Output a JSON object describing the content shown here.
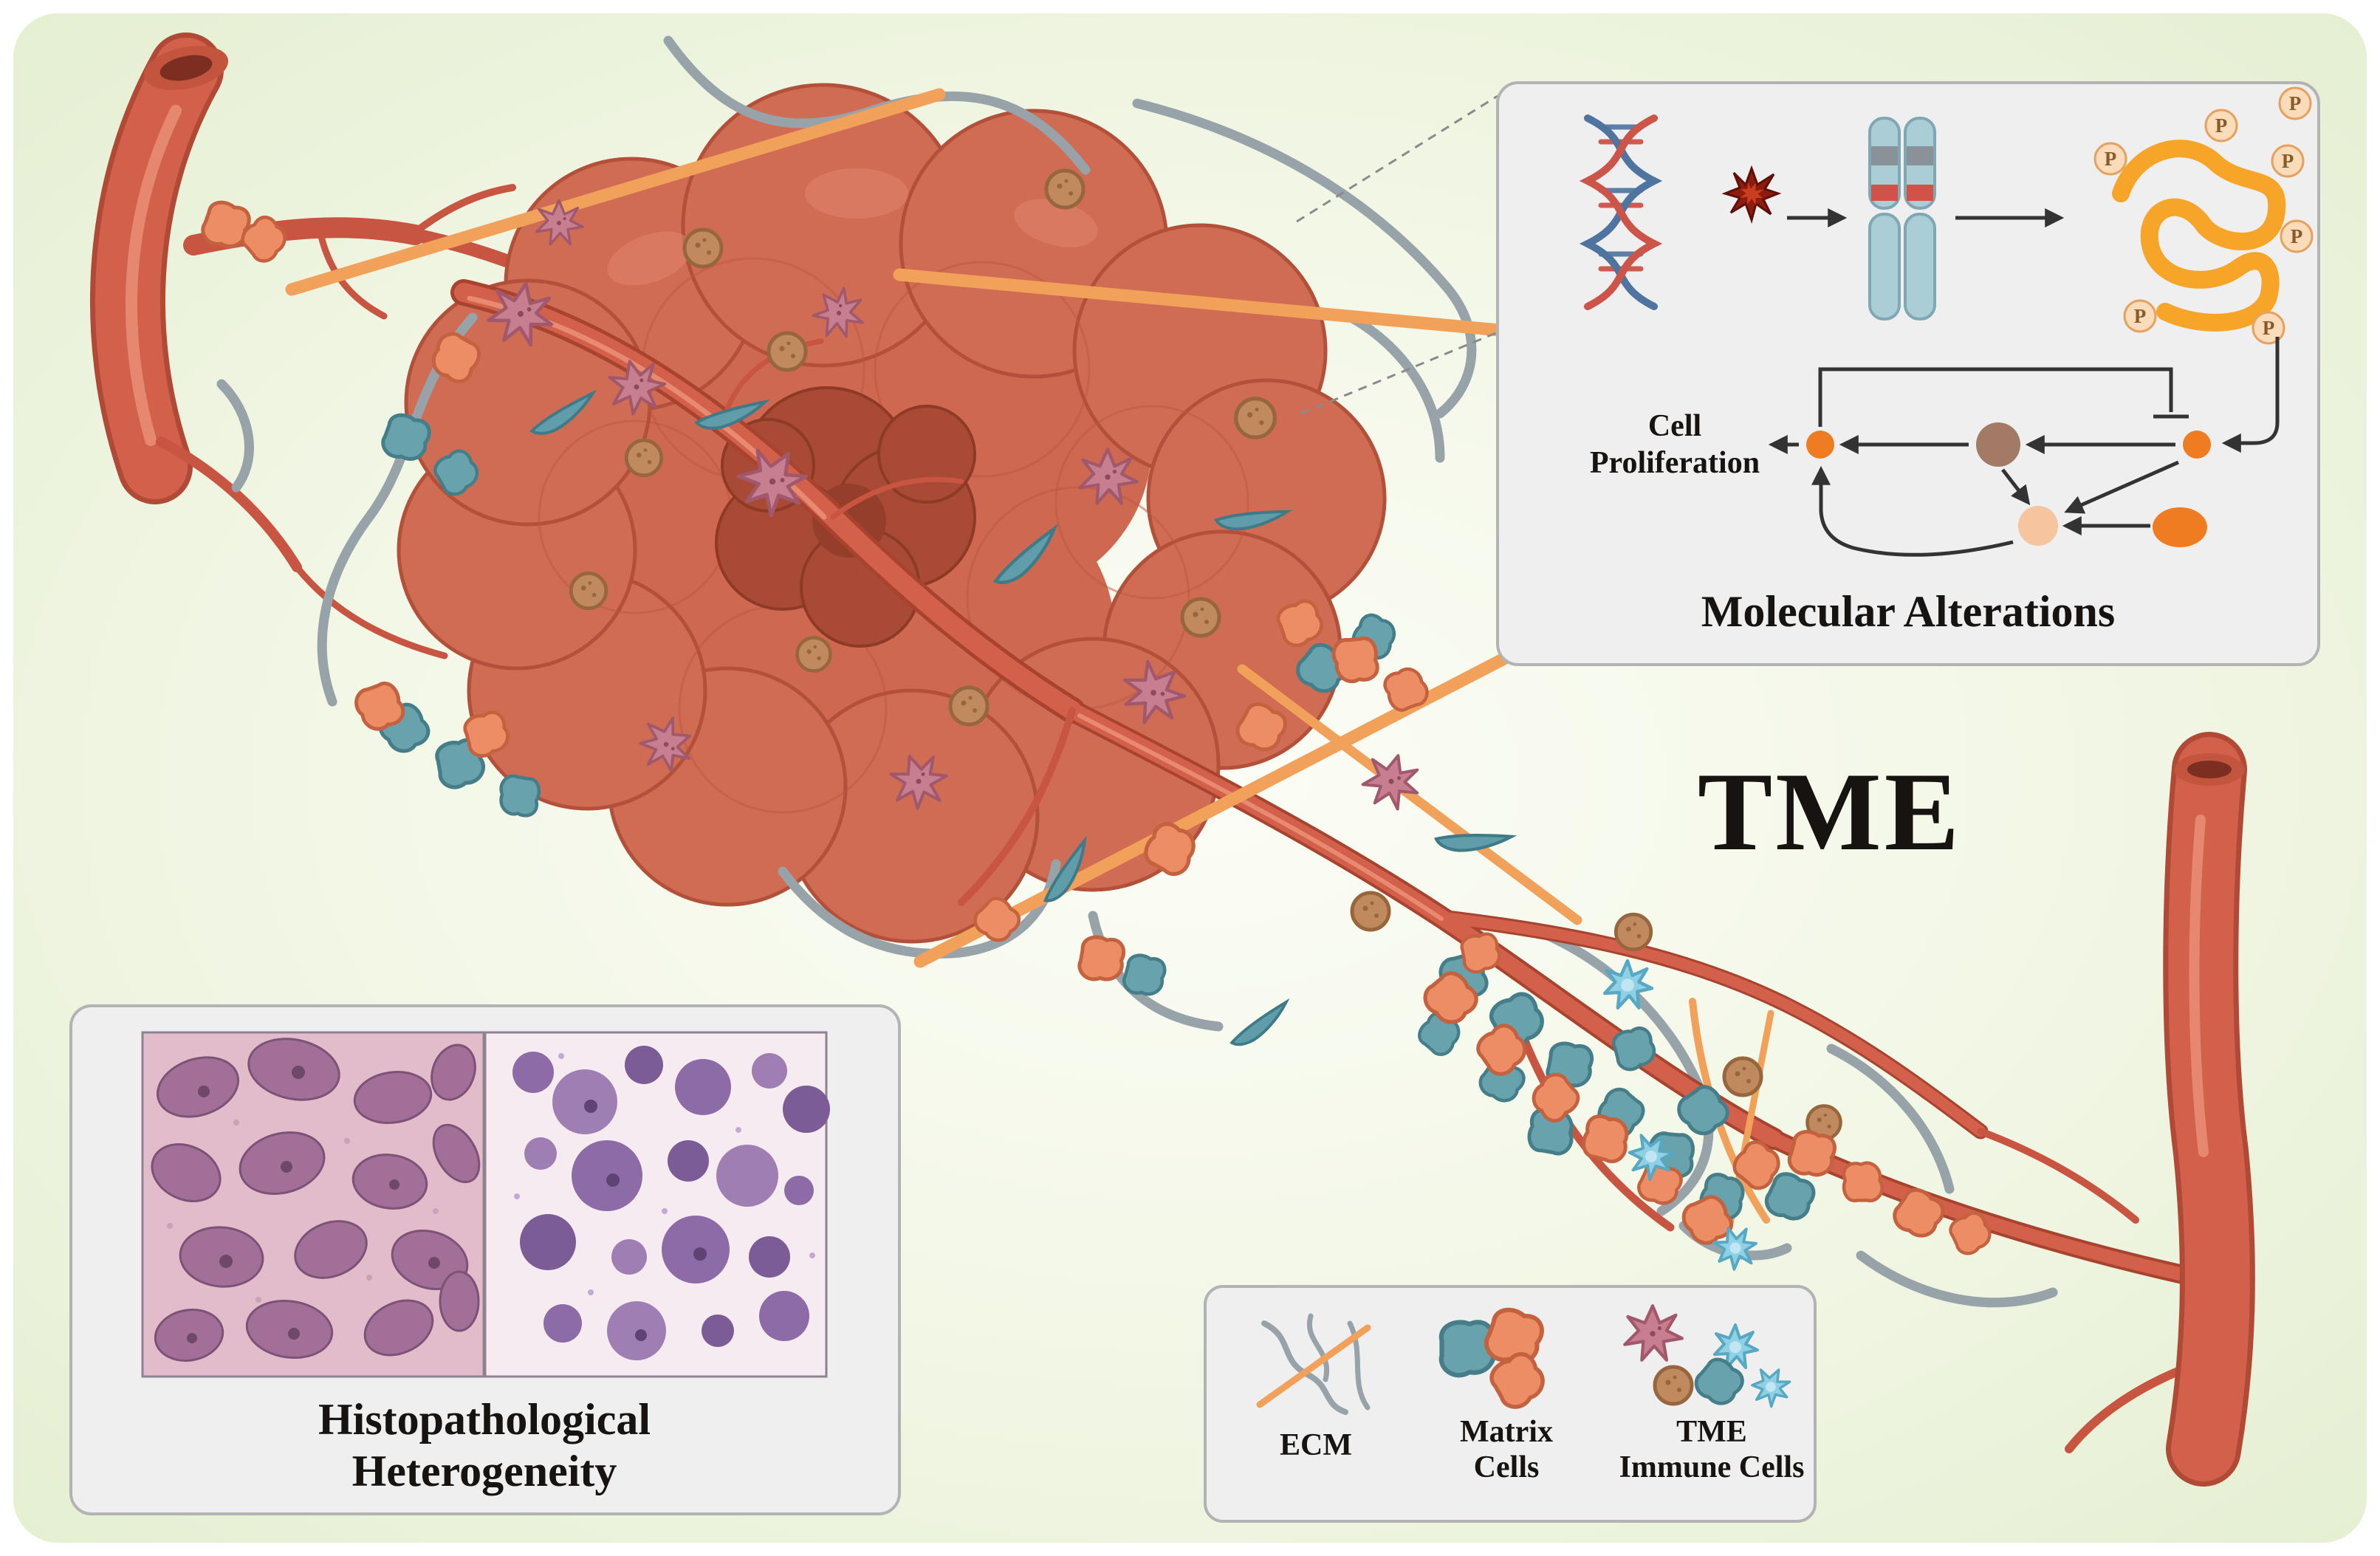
{
  "figure": {
    "title": "TME",
    "molecular_box": {
      "title": "Molecular Alterations",
      "cell_proliferation": {
        "line1": "Cell",
        "line2": "Proliferation"
      },
      "phospho_label": "P"
    },
    "histology_box": {
      "title": {
        "line1": "Histopathological",
        "line2": "Heterogeneity"
      }
    },
    "legend": {
      "ecm_label": "ECM",
      "matrix_cells_label": {
        "line1": "Matrix",
        "line2": "Cells"
      },
      "immune_cells_label": {
        "line1": "TME",
        "line2": "Immune Cells"
      }
    },
    "palette": {
      "background_green": "#edf4df",
      "vessel_red": "#d2604a",
      "tumor_salmon": "#d06c54",
      "tumor_core": "#a84a35",
      "ecm_fiber_orange": "#f1a159",
      "fiber_gray": "#98a2a9",
      "matrix_cell_orange": "#ec8d66",
      "matrix_cell_teal": "#68a2ac",
      "immune_cell_blue": "#8fd0e4",
      "dendritic_pink": "#c77f90",
      "macrophage_brown": "#c18a5e",
      "pathway_orange": "#f07c22",
      "box_background": "#efefef",
      "box_border": "#b3b3b3"
    }
  }
}
